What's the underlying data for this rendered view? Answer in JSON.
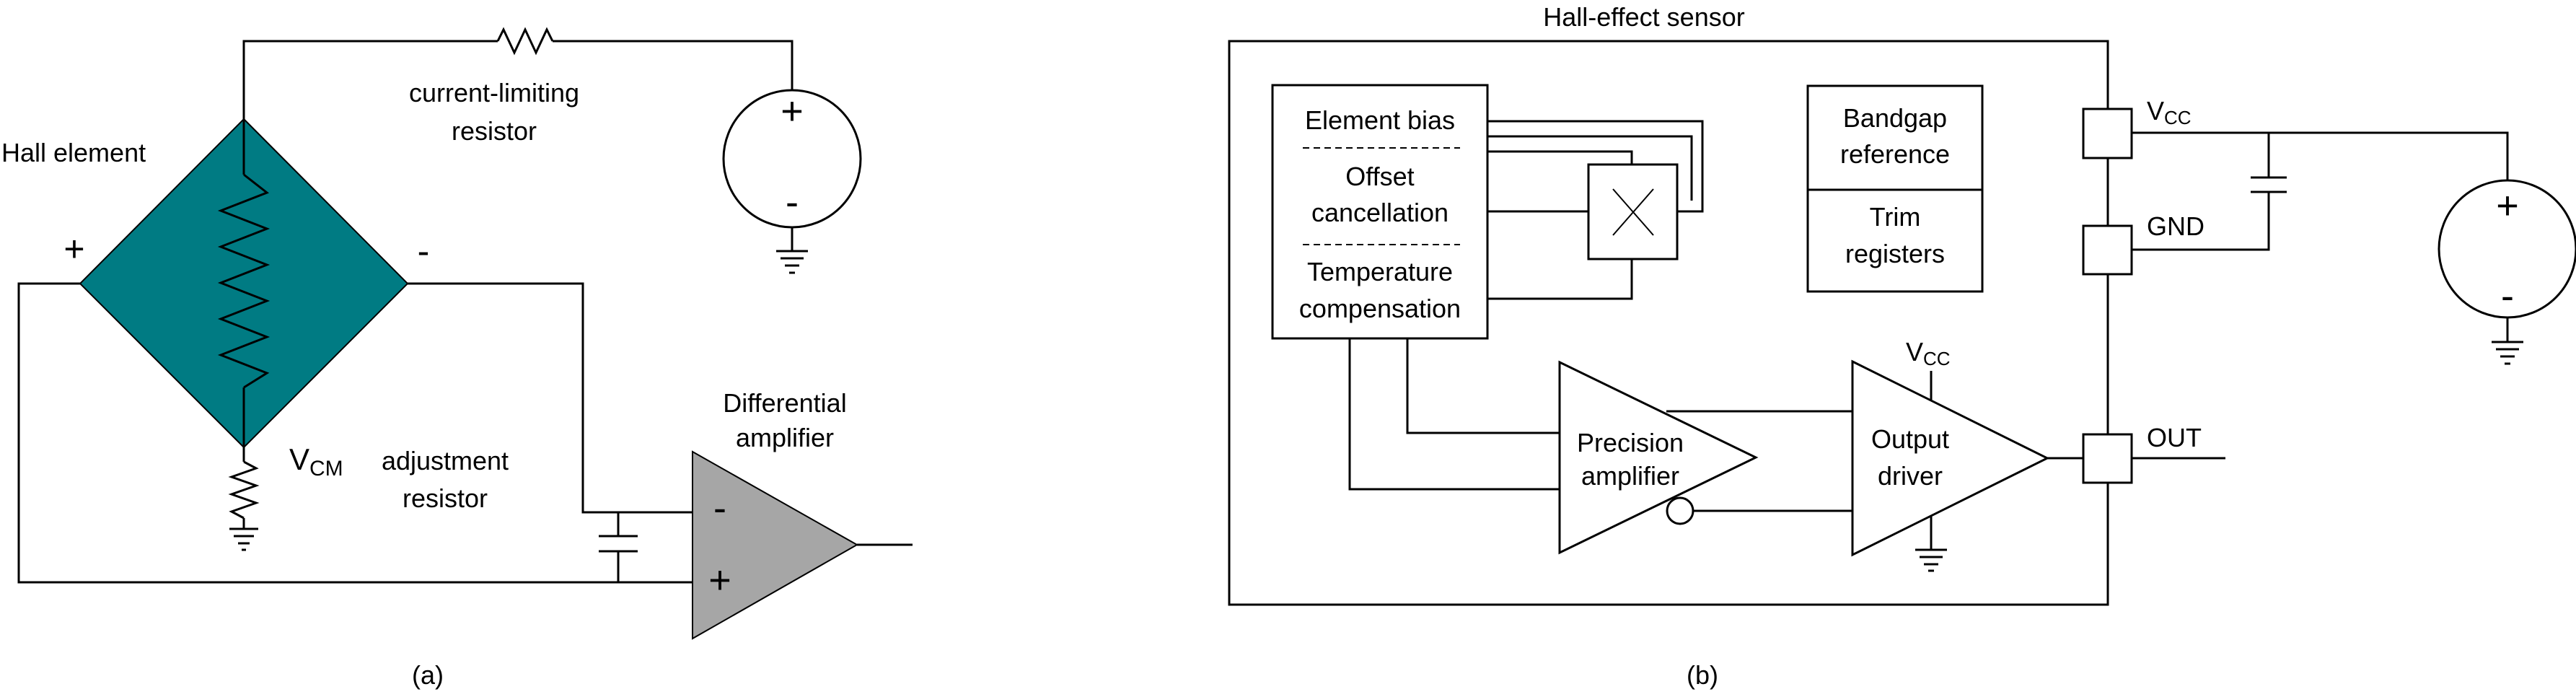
{
  "colors": {
    "hall_element": "#007b83",
    "amplifier": "#a6a6a6",
    "line": "#000000",
    "background": "#ffffff"
  },
  "panel_a": {
    "caption": "(a)",
    "hall_element_label": "Hall element",
    "resistor_label_line1": "current-limiting",
    "resistor_label_line2": "resistor",
    "plus_terminal": "+",
    "minus_terminal": "-",
    "vcm_main": "V",
    "vcm_sub": "CM",
    "adjust_label_line1": "adjustment",
    "adjust_label_line2": "resistor",
    "amp_label_line1": "Differential",
    "amp_label_line2": "amplifier",
    "amp_minus": "-",
    "amp_plus": "+",
    "source_plus": "+",
    "source_minus": "-"
  },
  "panel_b": {
    "caption": "(b)",
    "title": "Hall-effect sensor",
    "element_bias": "Element bias",
    "offset_line1": "Offset",
    "offset_line2": "cancellation",
    "temp_line1": "Temperature",
    "temp_line2": "compensation",
    "bandgap_line1": "Bandgap",
    "bandgap_line2": "reference",
    "trim_line1": "Trim",
    "trim_line2": "registers",
    "precision_line1": "Precision",
    "precision_line2": "amplifier",
    "output_line1": "Output",
    "output_line2": "driver",
    "vcc_main": "V",
    "vcc_sub": "CC",
    "pin_vcc_main": "V",
    "pin_vcc_sub": "CC",
    "pin_gnd": "GND",
    "pin_out": "OUT",
    "source_plus": "+",
    "source_minus": "-"
  }
}
